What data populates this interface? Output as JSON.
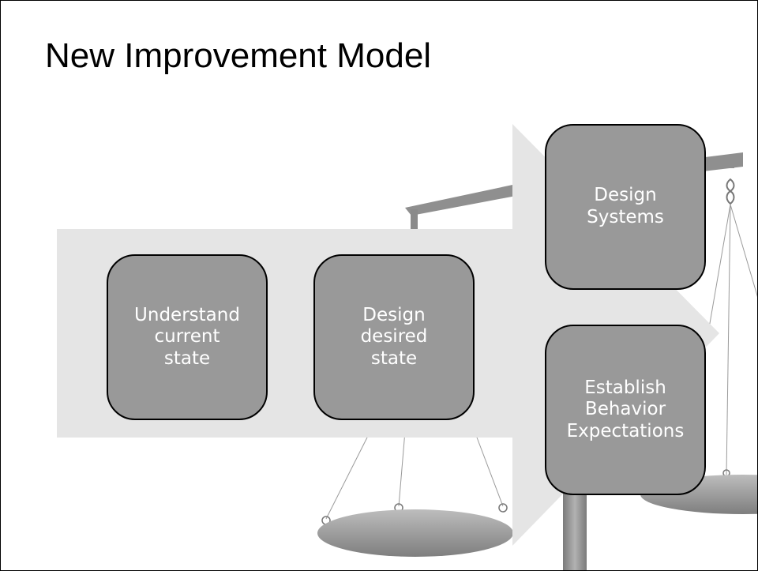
{
  "slide": {
    "title": "New Improvement Model"
  },
  "diagram": {
    "steps": [
      {
        "label": "Understand\ncurrent\nstate"
      },
      {
        "label": "Design\ndesired\nstate"
      },
      {
        "label": "Design\nSystems"
      },
      {
        "label": "Establish\nBehavior\nExpectations"
      }
    ]
  },
  "colors": {
    "arrow": "#e5e5e5",
    "box_fill": "#999999",
    "box_border": "#000000",
    "box_text": "#ffffff",
    "scale": "#8f8f8f"
  }
}
